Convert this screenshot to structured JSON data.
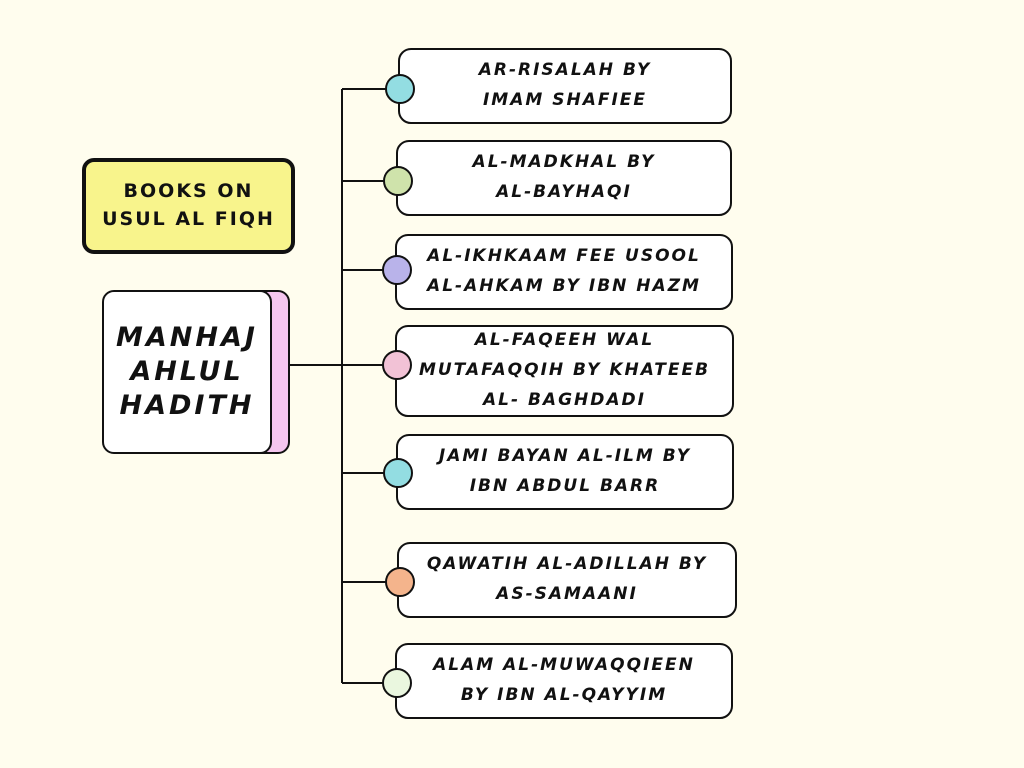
{
  "title": "BOOKS ON\nUSUL AL FIQH",
  "root": "MANHAJ\nAHLUL\nHADITH",
  "colors": {
    "background": "#fffdee",
    "title_fill": "#f8f48c",
    "root_shadow": "#f5c6ef"
  },
  "books": [
    {
      "label": "AR-RISALAH BY\nIMAM SHAFIEE",
      "dot_color": "#93dde2"
    },
    {
      "label": "AL-MADKHAL BY\nAL-BAYHAQI",
      "dot_color": "#cfe3ab"
    },
    {
      "label": "AL-IKHKAAM FEE USOOL\nAL-AHKAM BY IBN HAZM",
      "dot_color": "#b9b3ea"
    },
    {
      "label": "AL-FAQEEH WAL\nMUTAFAQQIH BY KHATEEB\nAL- BAGHDADI",
      "dot_color": "#f2c2d6"
    },
    {
      "label": "JAMI BAYAN AL-ILM BY\nIBN ABDUL BARR",
      "dot_color": "#93dde2"
    },
    {
      "label": "QAWATIH AL-ADILLAH BY\nAS-SAMAANI",
      "dot_color": "#f4b48c"
    },
    {
      "label": "ALAM AL-MUWAQQIEEN\nBY IBN AL-QAYYIM",
      "dot_color": "#eaf7df"
    }
  ]
}
